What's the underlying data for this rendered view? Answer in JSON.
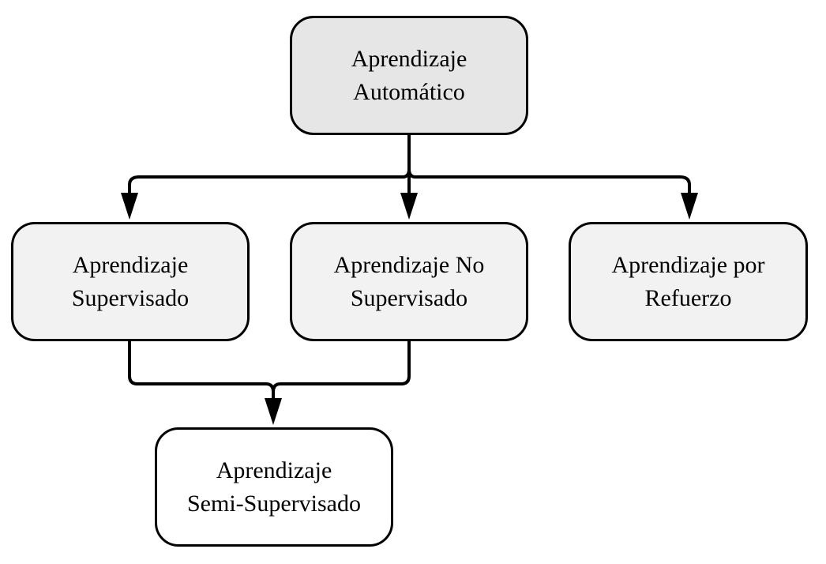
{
  "diagram": {
    "root": {
      "lines": [
        "Aprendizaje",
        "Automático"
      ],
      "fill": "#e6e6e6"
    },
    "supervised": {
      "lines": [
        "Aprendizaje",
        "Supervisado"
      ],
      "fill": "#f2f2f2"
    },
    "unsupervised": {
      "lines": [
        "Aprendizaje No",
        "Supervisado"
      ],
      "fill": "#f2f2f2"
    },
    "reinforcement": {
      "lines": [
        "Aprendizaje por",
        "Refuerzo"
      ],
      "fill": "#f2f2f2"
    },
    "semi_supervised": {
      "lines": [
        "Aprendizaje",
        "Semi-Supervisado"
      ],
      "fill": "#ffffff"
    },
    "edges": [
      {
        "from": "Aprendizaje Automático",
        "to": "Aprendizaje Supervisado"
      },
      {
        "from": "Aprendizaje Automático",
        "to": "Aprendizaje No Supervisado"
      },
      {
        "from": "Aprendizaje Automático",
        "to": "Aprendizaje por Refuerzo"
      },
      {
        "from": "Aprendizaje Supervisado",
        "to": "Aprendizaje Semi-Supervisado"
      },
      {
        "from": "Aprendizaje No Supervisado",
        "to": "Aprendizaje Semi-Supervisado"
      }
    ],
    "stroke_color": "#000000"
  }
}
